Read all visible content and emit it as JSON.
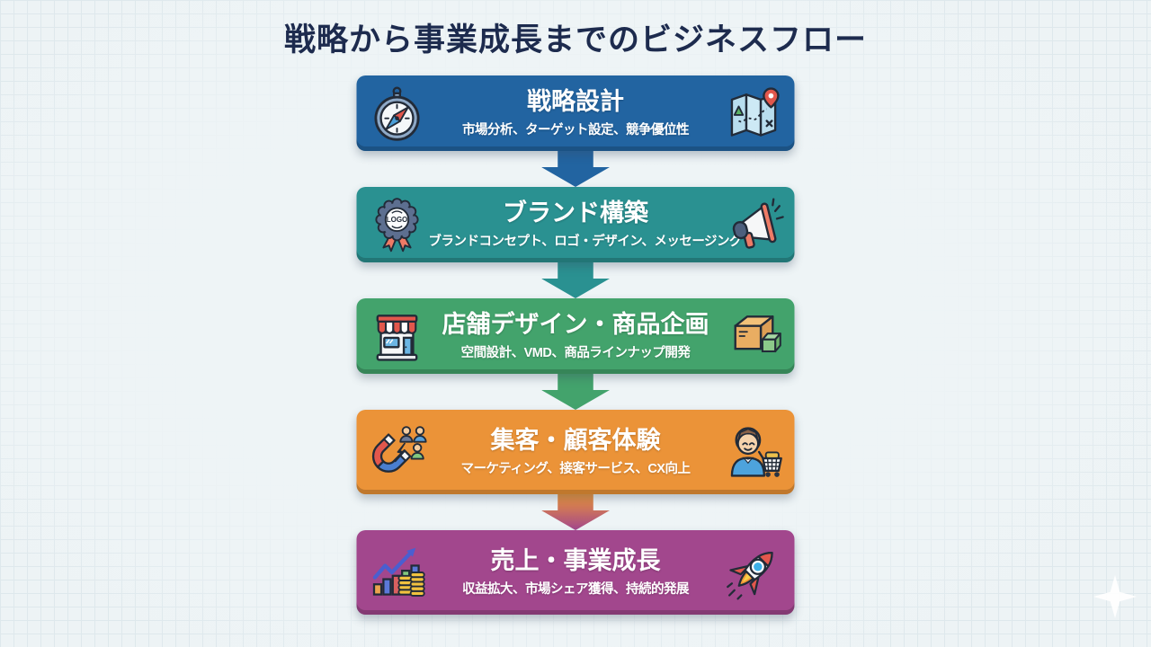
{
  "page": {
    "title": "戦略から事業成長までのビジネスフロー",
    "title_color": "#1d2b4e",
    "background_color": "#edf3f5",
    "decor": {
      "sparkle": "white-four-point-star-bottom-right",
      "grid": "faint-square-grid-at-edges"
    }
  },
  "flow": {
    "steps": [
      {
        "title": "戦略設計",
        "subtitle": "市場分析、ターゲット設定、競争優位性",
        "color": "#2264a1",
        "edge_color": "#174f82",
        "left_icon": "compass-icon",
        "right_icon": "map-route-icon"
      },
      {
        "title": "ブランド構築",
        "subtitle": "ブランドコンセプト、ロゴ・デザイン、メッセージング",
        "color": "#2a9191",
        "edge_color": "#1e7273",
        "left_icon": "logo-badge-icon",
        "right_icon": "megaphone-icon"
      },
      {
        "title": "店舗デザイン・商品企画",
        "subtitle": "空間設計、VMD、商品ラインナップ開発",
        "color": "#43a36c",
        "edge_color": "#338255",
        "left_icon": "storefront-icon",
        "right_icon": "package-box-icon"
      },
      {
        "title": "集客・顧客体験",
        "subtitle": "マーケティング、接客サービス、CX向上",
        "color": "#eb9338",
        "edge_color": "#c87620",
        "left_icon": "magnet-attraction-icon",
        "right_icon": "customer-cart-icon"
      },
      {
        "title": "売上・事業成長",
        "subtitle": "収益拡大、市場シェア獲得、持続的発展",
        "color": "#a2478d",
        "edge_color": "#823870",
        "left_icon": "growth-chart-icon",
        "right_icon": "rocket-icon"
      }
    ],
    "arrows": [
      {
        "from": "#2264a1",
        "to": "#2264a1"
      },
      {
        "from": "#2a9191",
        "to": "#2a9191"
      },
      {
        "from": "#43a36c",
        "to": "#43a36c"
      },
      {
        "from": "#eb9338",
        "to": "#a2478d"
      }
    ]
  }
}
